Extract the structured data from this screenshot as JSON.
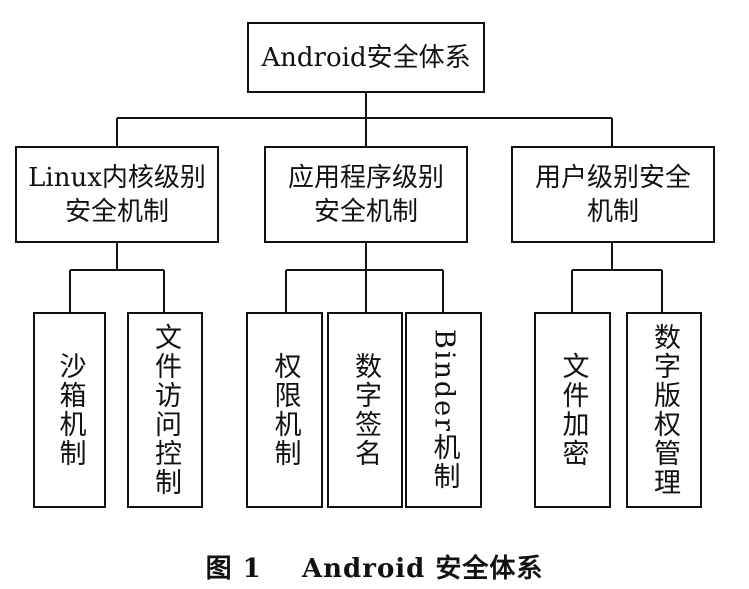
{
  "root": {
    "label": "Android安全体系"
  },
  "level1": [
    {
      "line1": "Linux内核级别",
      "line2": "安全机制"
    },
    {
      "line1": "应用程序级别",
      "line2": "安全机制"
    },
    {
      "line1": "用户级别安全",
      "line2": "机制"
    }
  ],
  "leaves": [
    {
      "label": "沙箱机制"
    },
    {
      "label": "文件访问控制"
    },
    {
      "label": "权限机制"
    },
    {
      "label": "数字签名"
    },
    {
      "label": "Binder机制"
    },
    {
      "label": "文件加密"
    },
    {
      "label": "数字版权管理"
    }
  ],
  "caption": {
    "number": "图 1",
    "title": "Android 安全体系"
  }
}
